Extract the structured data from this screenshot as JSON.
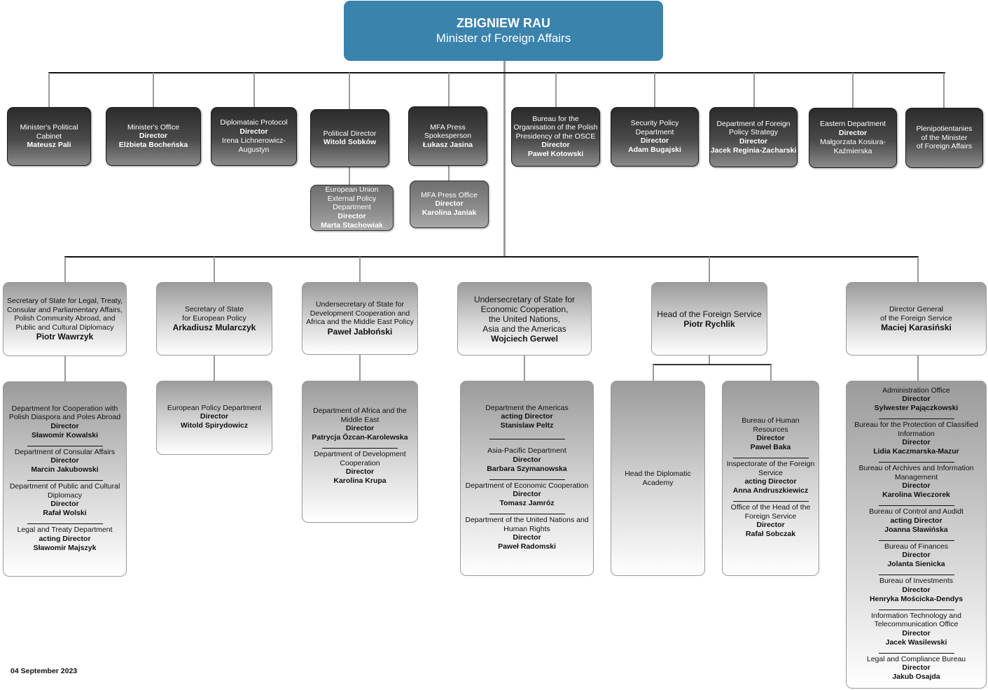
{
  "minister": {
    "name": "ZBIGNIEW RAU",
    "title": "Minister of Foreign Affairs"
  },
  "direct_units": [
    {
      "lines": [
        "Minister's Political",
        "Cabinet"
      ],
      "role": "",
      "person": "Mateusz Pali"
    },
    {
      "lines": [
        "Minister's Office"
      ],
      "role": "Director",
      "person": "Elżbieta Bocheńska"
    },
    {
      "lines": [
        "Diplomataic Protocol"
      ],
      "role": "Director",
      "person": "Irena Lichnerowicz-Augustyn"
    },
    {
      "lines": [
        "Political Director"
      ],
      "role": "",
      "person": "Witold Sobków"
    },
    {
      "lines": [
        "MFA Press",
        "Spokesperson"
      ],
      "role": "",
      "person": "Łukasz Jasina"
    },
    {
      "lines": [
        "Bureau for the",
        "Organisation of the Polish",
        "Presidency of the OSCE"
      ],
      "role": "Director",
      "person": "Paweł Kotowski"
    },
    {
      "lines": [
        "Security Policy",
        "Department"
      ],
      "role": "Director",
      "person": "Adam Bugajski"
    },
    {
      "lines": [
        "Department of Foreign",
        "Policy Strategy"
      ],
      "role": "Director",
      "person": "Jacek Reginia-Zacharski"
    },
    {
      "lines": [
        "Eastern Department"
      ],
      "role": "Director",
      "person": "Małgorzata Kosiura-Kaźmierska"
    },
    {
      "lines": [
        "Plenipotientanies",
        "of the Minister",
        "of Foreign Affairs"
      ],
      "role": "",
      "person": ""
    }
  ],
  "sub_direct_units": [
    {
      "parent": "Political Director",
      "lines": [
        "European Union",
        "External Policy",
        "Department"
      ],
      "role": "Director",
      "person": "Marta Stachowiak"
    },
    {
      "parent": "MFA Press Spokesperson",
      "lines": [
        "MFA Press Office"
      ],
      "role": "Director",
      "person": "Karolina Janiak"
    }
  ],
  "secretaries": [
    {
      "title_lines": [
        "Secretary of State for Legal, Treaty,",
        "Consular and Parliamentary Affairs,",
        "Polish Community Abroad, and",
        "Public and Cultural Diplomacy"
      ],
      "person": "Piotr Wawrzyk",
      "departments": [
        {
          "title": "Department for Cooperation with Polish Diaspora and Poles Abroad",
          "role": "Director",
          "person": "Sławomir Kowalski"
        },
        {
          "title": "Department of Consular Affairs",
          "role": "Director",
          "person": "Marcin Jakubowski"
        },
        {
          "title": "Department of Public and Cultural Diplomacy",
          "role": "Director",
          "person": "Rafał Wolski"
        },
        {
          "title": "Legal and Treaty Department",
          "role": "acting Director",
          "person": "Sławomir Majszyk"
        }
      ]
    },
    {
      "title_lines": [
        "Secretary of State",
        "for European Policy"
      ],
      "person": "Arkadiusz Mularczyk",
      "departments": [
        {
          "title": "European Policy Department",
          "role": "Director",
          "person": "Witold Spirydowicz"
        }
      ]
    },
    {
      "title_lines": [
        "Undersecretary of State for",
        "Development Cooperation and",
        "Africa and the Middle East Policy"
      ],
      "person": "Paweł Jabłoński",
      "departments": [
        {
          "title": "Department of Africa and the Middle East",
          "role": "Director",
          "person": "Patrycja Özcan-Karolewska"
        },
        {
          "title": "Department of Development Cooperation",
          "role": "Director",
          "person": "Karolina Krupa"
        }
      ]
    },
    {
      "title_lines": [
        "Undersecretary of State for",
        "Economic Cooperation,",
        "the United Nations,",
        "Asia and the Americas"
      ],
      "person": "Wojciech Gerwel",
      "departments": [
        {
          "title": "Department the Americas",
          "role": "acting Director",
          "person": "Stanislaw Peltz"
        },
        {
          "title": "Asia-Pacific Department",
          "role": "Director",
          "person": "Barbara Szymanowska"
        },
        {
          "title": "Department of Economic Cooperation",
          "role": "Director",
          "person": "Tomasz Jamróz"
        },
        {
          "title": "Department of the United Nations and Human Rights",
          "role": "Director",
          "person": "Paweł Radomski"
        }
      ]
    },
    {
      "title_lines": [
        "Head of the Foreign Service"
      ],
      "person": "Piotr Rychlik",
      "academy": {
        "title": "Head the Diplomatic Academy"
      },
      "departments": [
        {
          "title": "Bureau of Human Resources",
          "role": "Director",
          "person": "Paweł Baka"
        },
        {
          "title": "Inspectorate of the Foreign Service",
          "role": "acting Director",
          "person": "Anna Andruszkiewicz"
        },
        {
          "title": "Office of the Head of the Foreign Service",
          "role": "Director",
          "person": "Rafał Sobczak"
        }
      ]
    },
    {
      "title_lines": [
        "Director General",
        "of the Foreign Service"
      ],
      "person": "Maciej Karasiński",
      "departments": [
        {
          "title": "Administration Office",
          "role": "Director",
          "person": "Sylwester Pajączkowski"
        },
        {
          "title": "Bureau for the Protection of Classified Information",
          "role": "Director",
          "person": "Lidia Kaczmarska-Mazur"
        },
        {
          "title": "Bureau of Archives and Information Management",
          "role": "Director",
          "person": "Karolina Wieczorek"
        },
        {
          "title": "Bureau of Control and Audidt",
          "role": "acting Director",
          "person": "Joanna Sławińska"
        },
        {
          "title": "Bureau of Finances",
          "role": "Director",
          "person": "Jolanta Sienicka"
        },
        {
          "title": "Bureau of Investments",
          "role": "Director",
          "person": "Henryka Mościcka-Dendys"
        },
        {
          "title": "Information Technology and Telecommunication Office",
          "role": "Director",
          "person": "Jacek Wasilewski"
        },
        {
          "title": "Legal and Compliance Bureau",
          "role": "Director",
          "person": "Jakub Osajda"
        }
      ]
    }
  ],
  "footer": {
    "date": "04 September 2023"
  },
  "colors": {
    "minister_box": "#3a83ad",
    "connector": "#9a9a9a",
    "bus_line": "#111111"
  }
}
